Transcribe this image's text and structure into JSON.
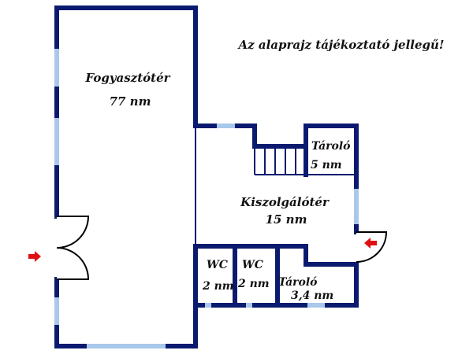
{
  "note": "Az alaprajz tájékoztató jellegű!",
  "rooms": [
    {
      "name": "Fogyasztótér",
      "area": "77 nm"
    },
    {
      "name": "Tároló",
      "area": "5 nm"
    },
    {
      "name": "Kiszolgálótér",
      "area": "15 nm"
    },
    {
      "name": "WC",
      "area": "2 nm"
    },
    {
      "name": "WC",
      "area": "2 nm"
    },
    {
      "name": "Tároló",
      "area": "3,4 nm"
    }
  ],
  "colors": {
    "wall": "#0a1a6e",
    "window": "#a9c8ea",
    "entrance_arrow": "#e01010"
  }
}
